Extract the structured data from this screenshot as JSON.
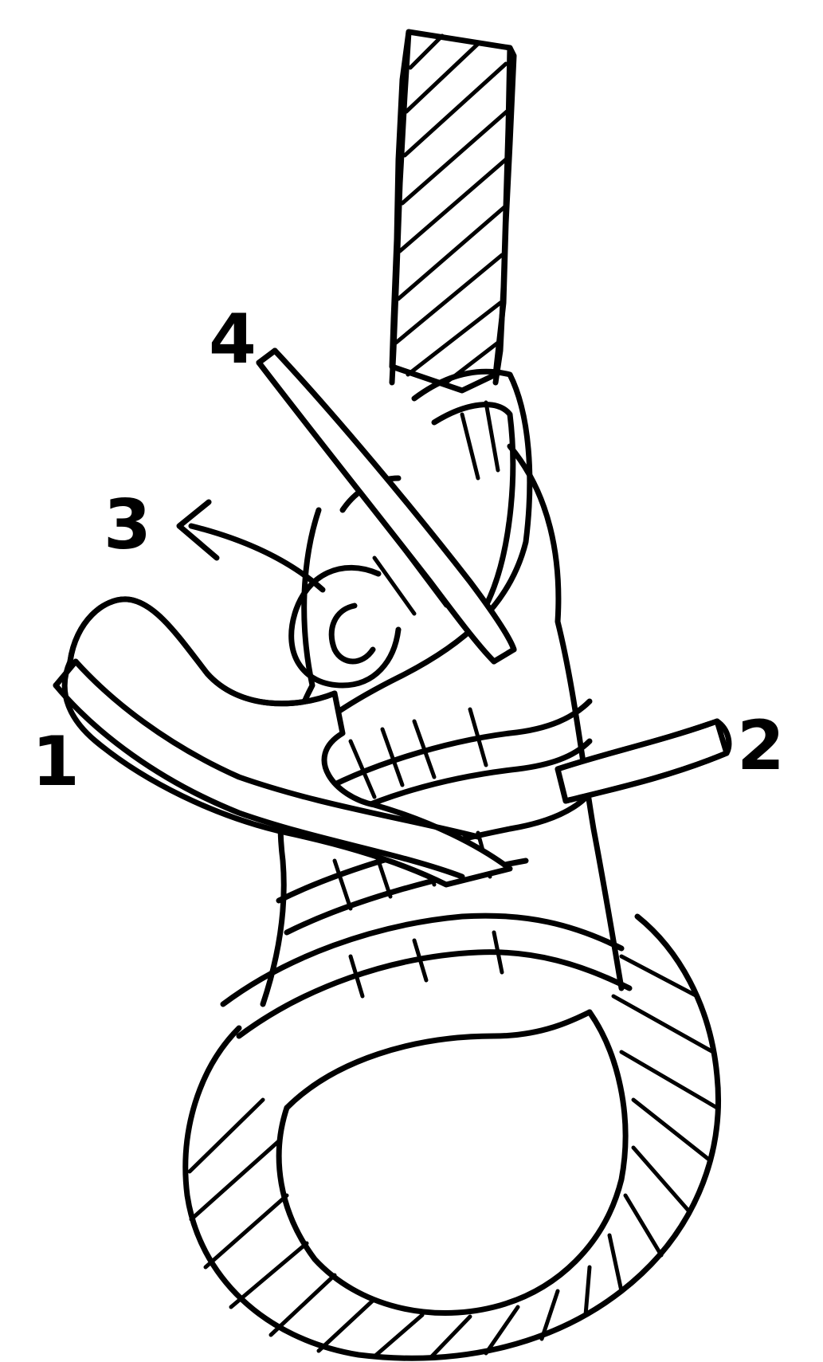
{
  "diagram": {
    "colors": {
      "ink": "#000000",
      "background": "#ffffff"
    },
    "strands": [
      {
        "id": "1",
        "label": "1"
      },
      {
        "id": "2",
        "label": "2"
      },
      {
        "id": "3",
        "label": "3"
      },
      {
        "id": "4",
        "label": "4"
      }
    ]
  }
}
